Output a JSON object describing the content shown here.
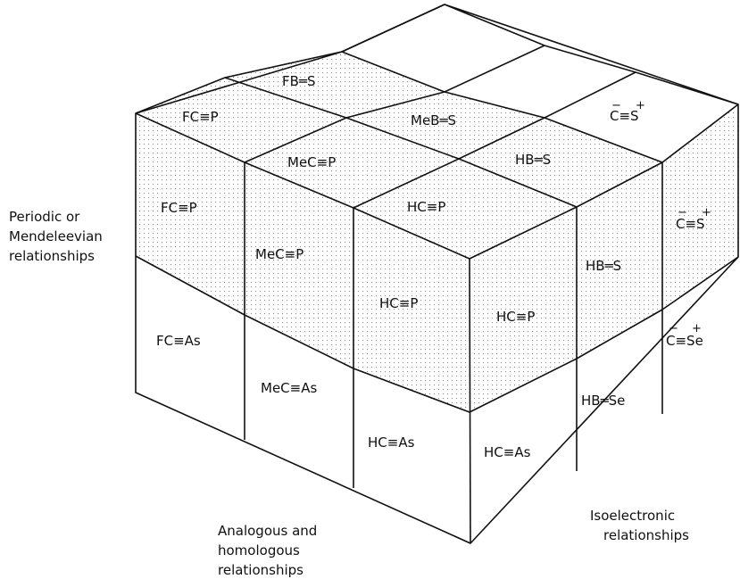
{
  "axis_labels": {
    "periodic": [
      "Periodic or",
      "Mendeleevian",
      "relationships"
    ],
    "analogous": [
      "Analogous and",
      "homologous",
      "relationships"
    ],
    "isoelectronic": [
      "Isoelectronic",
      "relationships"
    ]
  },
  "top_cells": {
    "fb_s": "FB═S",
    "fc_p": "FC≡P",
    "meb_s": "MeB═S",
    "c_s": "C≡S",
    "mec_p": "MeC≡P",
    "hb_s": "HB═S",
    "hc_p": "HC≡P"
  },
  "front_left_upper": {
    "fc_p": "FC≡P",
    "mec_p": "MeC≡P",
    "hc_p": "HC≡P"
  },
  "front_left_lower": {
    "fc_as": "FC≡As",
    "mec_as": "MeC≡As",
    "hc_as": "HC≡As"
  },
  "front_right_upper": {
    "hc_p": "HC≡P",
    "hb_s": "HB═S",
    "c_s": "C≡S"
  },
  "front_right_lower": {
    "hc_as": "HC≡As",
    "hb_se": "HB═Se",
    "c_se": "C≡Se"
  },
  "charges": {
    "minus": "−",
    "plus": "+"
  }
}
